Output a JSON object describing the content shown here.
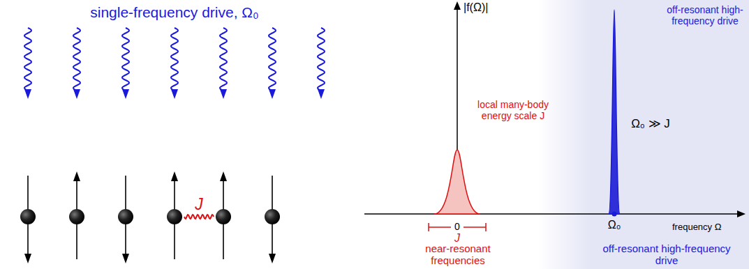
{
  "diagram": {
    "labels": [
      "single-frequency drive, Ω₀",
      "J",
      "|f(Ω)|",
      "local many-body energy scale J",
      "off-resonant high-frequency drive",
      "Ω₀ ≫ J",
      "0",
      "J",
      "Ω₀",
      "frequency Ω",
      "near-resonant frequencies",
      "off-resonant high-frequency drive"
    ]
  }
}
